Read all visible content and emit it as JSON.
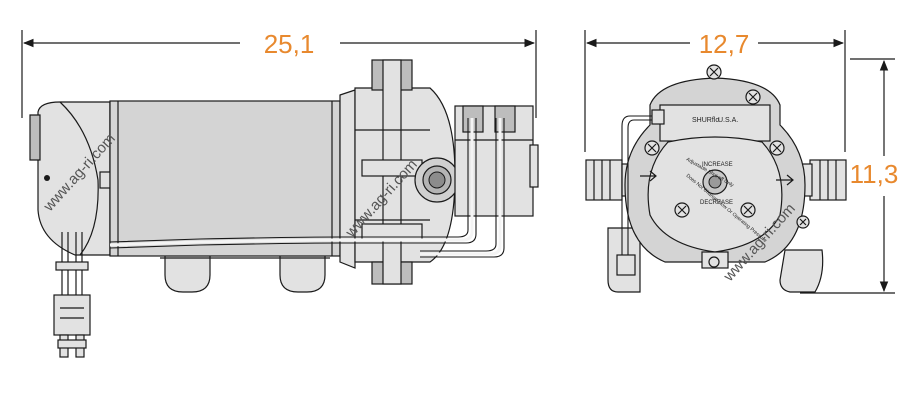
{
  "dimensions": {
    "length": "25,1",
    "width": "12,7",
    "height": "11,3"
  },
  "watermark": "www.ag-ri.com",
  "pump_head": {
    "brand": "SHURflo",
    "origin": "U.S.A.",
    "adjust_text_1": "Adjustable Shut-off Only",
    "adjust_text_2": "Does Not Change Flow Or Operating Pressure",
    "increase": "INCREASE",
    "decrease": "DECREASE"
  },
  "colors": {
    "dimension_text": "#e8892e",
    "line": "#1a1a1a",
    "body_fill": "#d4d4d4"
  }
}
